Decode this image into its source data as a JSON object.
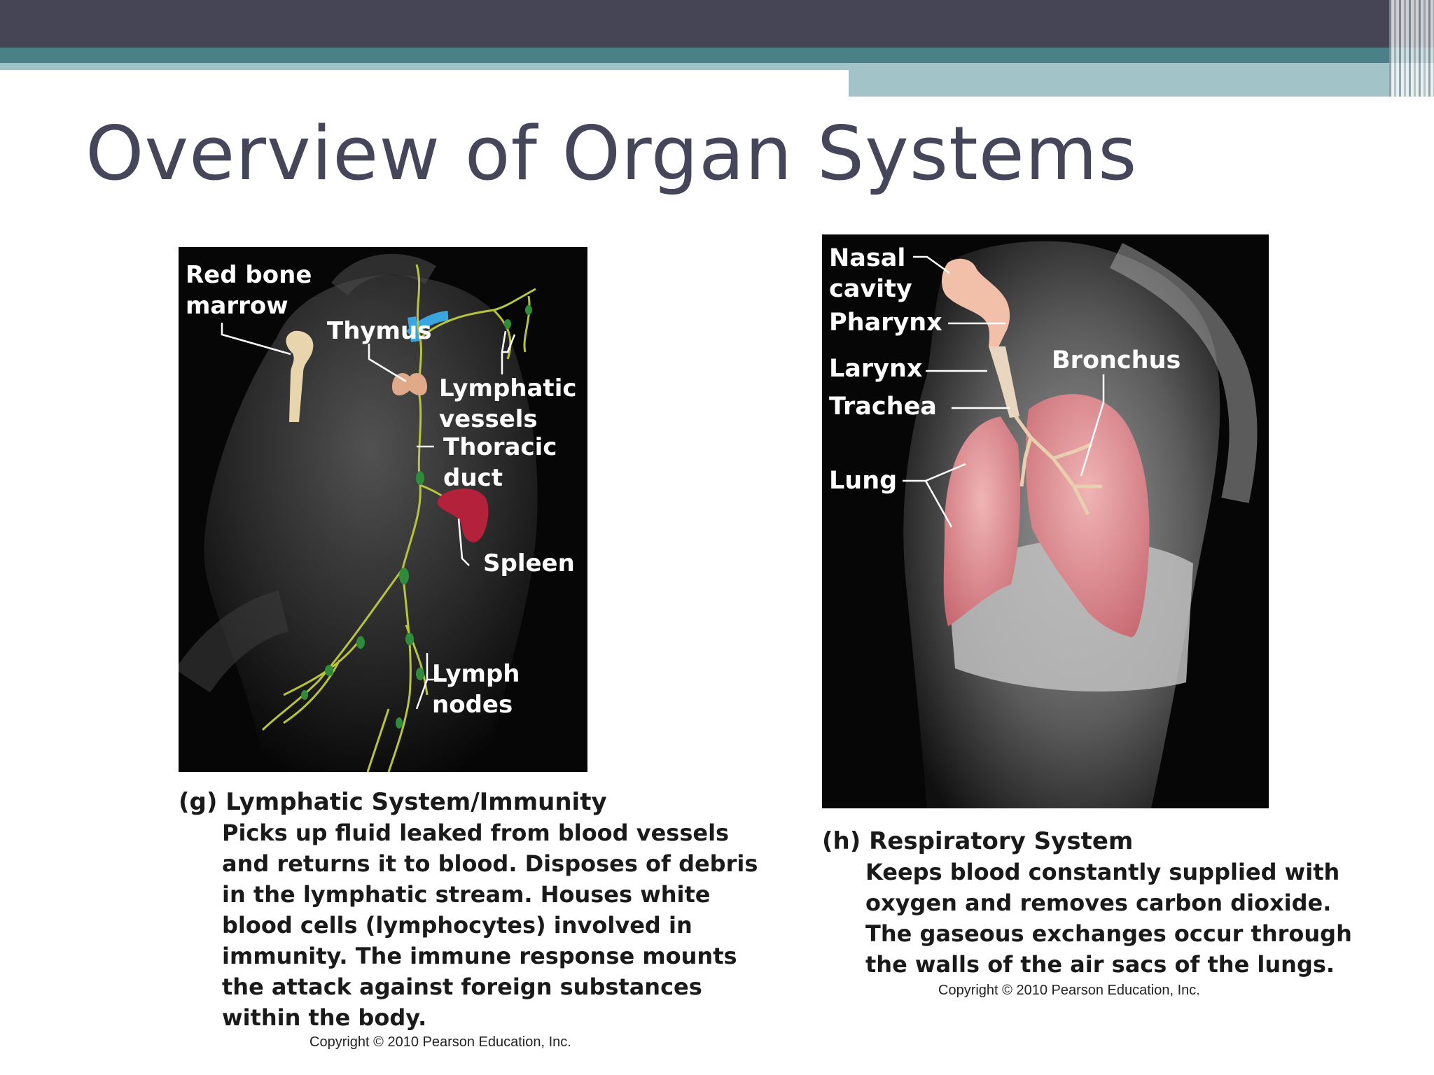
{
  "slide": {
    "title": "Overview of Organ Systems"
  },
  "lymphatic": {
    "labels": {
      "red_bone_marrow": [
        "Red bone",
        "marrow"
      ],
      "thymus": "Thymus",
      "lymphatic_vessels": [
        "Lymphatic",
        "vessels"
      ],
      "thoracic_duct": [
        "Thoracic",
        "duct"
      ],
      "spleen": "Spleen",
      "lymph_nodes": [
        "Lymph",
        "nodes"
      ]
    },
    "caption_title": "(g) Lymphatic System/Immunity",
    "caption_lines": [
      "Picks up fluid leaked from blood vessels",
      "and returns it to blood. Disposes of debris",
      "in the lymphatic stream. Houses white",
      "blood cells (lymphocytes) involved in",
      "immunity. The immune response mounts",
      "the attack against foreign substances",
      "within the body."
    ],
    "copyright": "Copyright © 2010 Pearson Education, Inc."
  },
  "respiratory": {
    "labels": {
      "nasal_cavity": [
        "Nasal",
        "cavity"
      ],
      "pharynx": "Pharynx",
      "larynx": "Larynx",
      "trachea": "Trachea",
      "lung": "Lung",
      "bronchus": "Bronchus"
    },
    "caption_title": "(h) Respiratory System",
    "caption_lines": [
      "Keeps blood constantly supplied with",
      "oxygen and removes carbon dioxide.",
      "The gaseous exchanges occur through",
      "the walls of the air sacs of the lungs."
    ],
    "copyright": "Copyright © 2010 Pearson Education, Inc."
  },
  "colors": {
    "header_dark": "#454555",
    "header_teal": "#4a8088",
    "header_light_teal": "#a2c3c7",
    "title_text": "#45465a"
  }
}
